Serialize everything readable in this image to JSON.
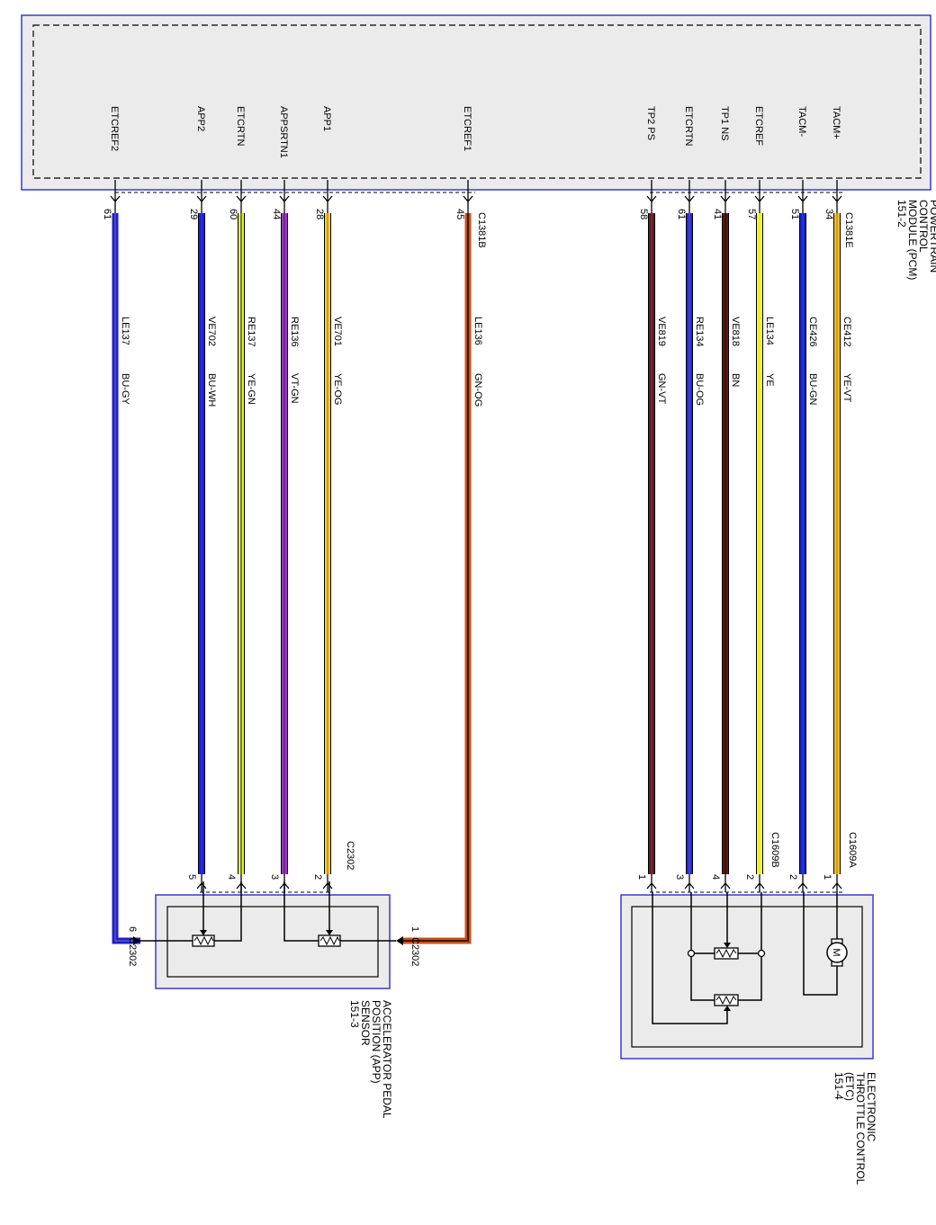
{
  "pcm": {
    "name_lines": [
      "POWERTRAIN",
      "CONTROL",
      "MODULE (PCM)",
      "151-2"
    ],
    "pins": [
      {
        "signal": "ETCREF2",
        "pin": "61",
        "wire": "LE137",
        "color": "BU-GY",
        "hex": "#1d1dd0",
        "stripe": "#7a7a9a"
      },
      {
        "signal": "APP2",
        "pin": "29",
        "wire": "VE702",
        "color": "BU-WH",
        "hex": "#1a22e0",
        "stripe": "#2a2ae6"
      },
      {
        "signal": "ETCRTN",
        "pin": "60",
        "wire": "RE137",
        "color": "YE-GN",
        "hex": "#e8e84a",
        "stripe": "#3a6a2a"
      },
      {
        "signal": "APPSRTN1",
        "pin": "44",
        "wire": "RE136",
        "color": "VT-GN",
        "hex": "#a032c8",
        "stripe": "#5a2a78"
      },
      {
        "signal": "APP1",
        "pin": "28",
        "wire": "VE701",
        "color": "YE-OG",
        "hex": "#f2d22a",
        "stripe": "#c88a10"
      },
      {
        "signal": "ETCREF1",
        "pin": "45",
        "wire": "LE136",
        "color": "GN-OG",
        "hex": "#c8501a",
        "stripe": "#3a1a10"
      },
      {
        "signal": "TP2 PS",
        "pin": "58",
        "wire": "VE819",
        "color": "GN-VT",
        "hex": "#5a1a2a",
        "stripe": "#8a2a3a"
      },
      {
        "signal": "ETCRTN",
        "pin": "61",
        "wire": "RE134",
        "color": "BU-OG",
        "hex": "#2a2ad0",
        "stripe": "#4a4ae0"
      },
      {
        "signal": "TP1 NS",
        "pin": "41",
        "wire": "VE818",
        "color": "BN",
        "hex": "#5a1a10",
        "stripe": "#3a0a08"
      },
      {
        "signal": "ETCREF",
        "pin": "57",
        "wire": "LE134",
        "color": "YE",
        "hex": "#f6f63a",
        "stripe": "#e8e820"
      },
      {
        "signal": "TACM-",
        "pin": "51",
        "wire": "CE426",
        "color": "BU-GN",
        "hex": "#1a22c8",
        "stripe": "#2a3ad8"
      },
      {
        "signal": "TACM+",
        "pin": "34",
        "wire": "CE412",
        "color": "YE-VT",
        "hex": "#f0c030",
        "stripe": "#c88a20"
      }
    ],
    "connector_b": "C1381B",
    "connector_e": "C1381E"
  },
  "app_sensor": {
    "name_lines": [
      "ACCELERATOR PEDAL",
      "POSITION (APP)",
      "SENSOR",
      "151-3"
    ],
    "connector_top": "C2302",
    "connector_left": "C2302",
    "connector_right": "C2302",
    "pins": [
      "5",
      "4",
      "3",
      "2"
    ],
    "pin_left": "6",
    "pin_right": "1"
  },
  "etc": {
    "name_lines": [
      "ELECTRONIC",
      "THROTTLE CONTROL",
      "(ETC)",
      "151-4"
    ],
    "connector_b": "C1609B",
    "connector_a": "C1609A",
    "pins": [
      "1",
      "3",
      "4",
      "2",
      "2",
      "1"
    ]
  }
}
